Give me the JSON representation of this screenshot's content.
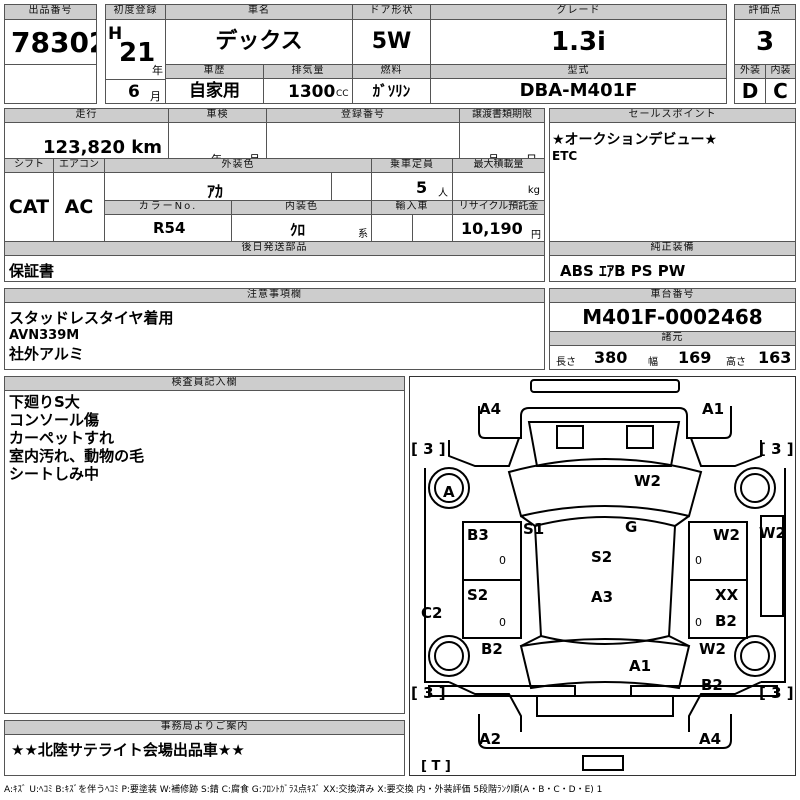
{
  "header": {
    "lot_label": "出品番号",
    "lot_value": "78302",
    "first_reg_label": "初度登録",
    "era": "H",
    "year": "21",
    "year_unit": "年",
    "month": "6",
    "month_unit": "月",
    "car_name_label": "車名",
    "car_name": "デックス",
    "doors_label": "ドア形状",
    "doors": "5W",
    "grade_label": "グレード",
    "grade": "1.3i",
    "score_label": "評価点",
    "score": "3",
    "history_label": "車歴",
    "history": "自家用",
    "displacement_label": "排気量",
    "displacement": "1300",
    "displacement_unit": "CC",
    "fuel_label": "燃料",
    "fuel": "ｶﾞｿﾘﾝ",
    "model_label": "型式",
    "model": "DBA-M401F",
    "exterior_label": "外装",
    "exterior": "D",
    "interior_label": "内装",
    "interior": "C"
  },
  "row2": {
    "mileage_label": "走行",
    "mileage": "123,820 km",
    "inspection_label": "車検",
    "insp_year_unit": "年",
    "insp_month_unit": "月",
    "reg_no_label": "登録番号",
    "transfer_label": "譲渡書類期限",
    "transfer_month_unit": "月",
    "transfer_day_unit": "日",
    "shift_label": "シフト",
    "shift": "CAT",
    "ac_label": "エアコン",
    "ac": "AC",
    "ext_color_label": "外装色",
    "ext_color": "ｱｶ",
    "capacity_label": "乗車定員",
    "capacity": "5",
    "capacity_unit": "人",
    "max_load_label": "最大積載量",
    "max_load_unit": "kg",
    "color_no_label": "カラーNo.",
    "color_no": "R54",
    "int_color_label": "内装色",
    "int_color": "ｸﾛ",
    "int_color_suffix": "系",
    "import_label": "輸入車",
    "recycle_label": "リサイクル預託金",
    "recycle": "10,190",
    "recycle_unit": "円",
    "later_parts_label": "後日発送部品",
    "later_parts": "保証書"
  },
  "sales": {
    "label": "セールスポイント",
    "line1": "★オークションデビュー★",
    "line2": "ETC",
    "equip_label": "純正装備",
    "equip": "ABS ｴｱB PS PW"
  },
  "notes": {
    "label": "注意事項欄",
    "lines": [
      "スタッドレスタイヤ着用",
      "AVN339M",
      "社外アルミ"
    ]
  },
  "chassis": {
    "label": "車台番号",
    "value": "M401F-0002468",
    "spec_label": "諸元",
    "length_label": "長さ",
    "length": "380",
    "width_label": "幅",
    "width": "169",
    "height_label": "高さ",
    "height": "163"
  },
  "inspector": {
    "label": "検査員記入欄",
    "lines": [
      "下廻りS大",
      "コンソール傷",
      "カーペットすれ",
      "室内汚れ、動物の毛",
      "シートしみ中"
    ]
  },
  "office": {
    "label": "事務局よりご案内",
    "text": "★★北陸サテライト会場出品車★★"
  },
  "diagram": {
    "labels": {
      "a4_top": "A4",
      "a1_top": "A1",
      "bracket_tl": "[ 3 ]",
      "bracket_tr": "[ 3 ]",
      "a_left": "A",
      "w2_top": "W2",
      "s1": "S1",
      "g": "G",
      "b3": "B3",
      "w2_right": "W2",
      "w2_edge": "W2",
      "zero_left_upper": "0",
      "zero_right_upper": "0",
      "s2_center": "S2",
      "s2_left": "S2",
      "a3": "A3",
      "xx": "XX",
      "c2": "C2",
      "b2_right": "B2",
      "zero_left_lower": "0",
      "zero_right_lower": "0",
      "b2_left": "B2",
      "w2_lower": "W2",
      "a1_lower": "A1",
      "b2_lower_right": "B2",
      "bracket_bl": "[ 3 ]",
      "bracket_br": "[ 3 ]",
      "a2": "A2",
      "a4_bottom": "A4",
      "t": "[ T ]"
    }
  },
  "legend": "A:ｷｽﾞ U:ﾍｺﾐ B:ｷｽﾞを伴うﾍｺﾐ P:要塗装 W:補修跡 S:錆 C:腐食 G:ﾌﾛﾝﾄｶﾞﾗｽ点ｷｽﾞ XX:交換済み X:要交換 内・外装評価 5段階ﾗﾝｸ順(A・B・C・D・E) 1"
}
